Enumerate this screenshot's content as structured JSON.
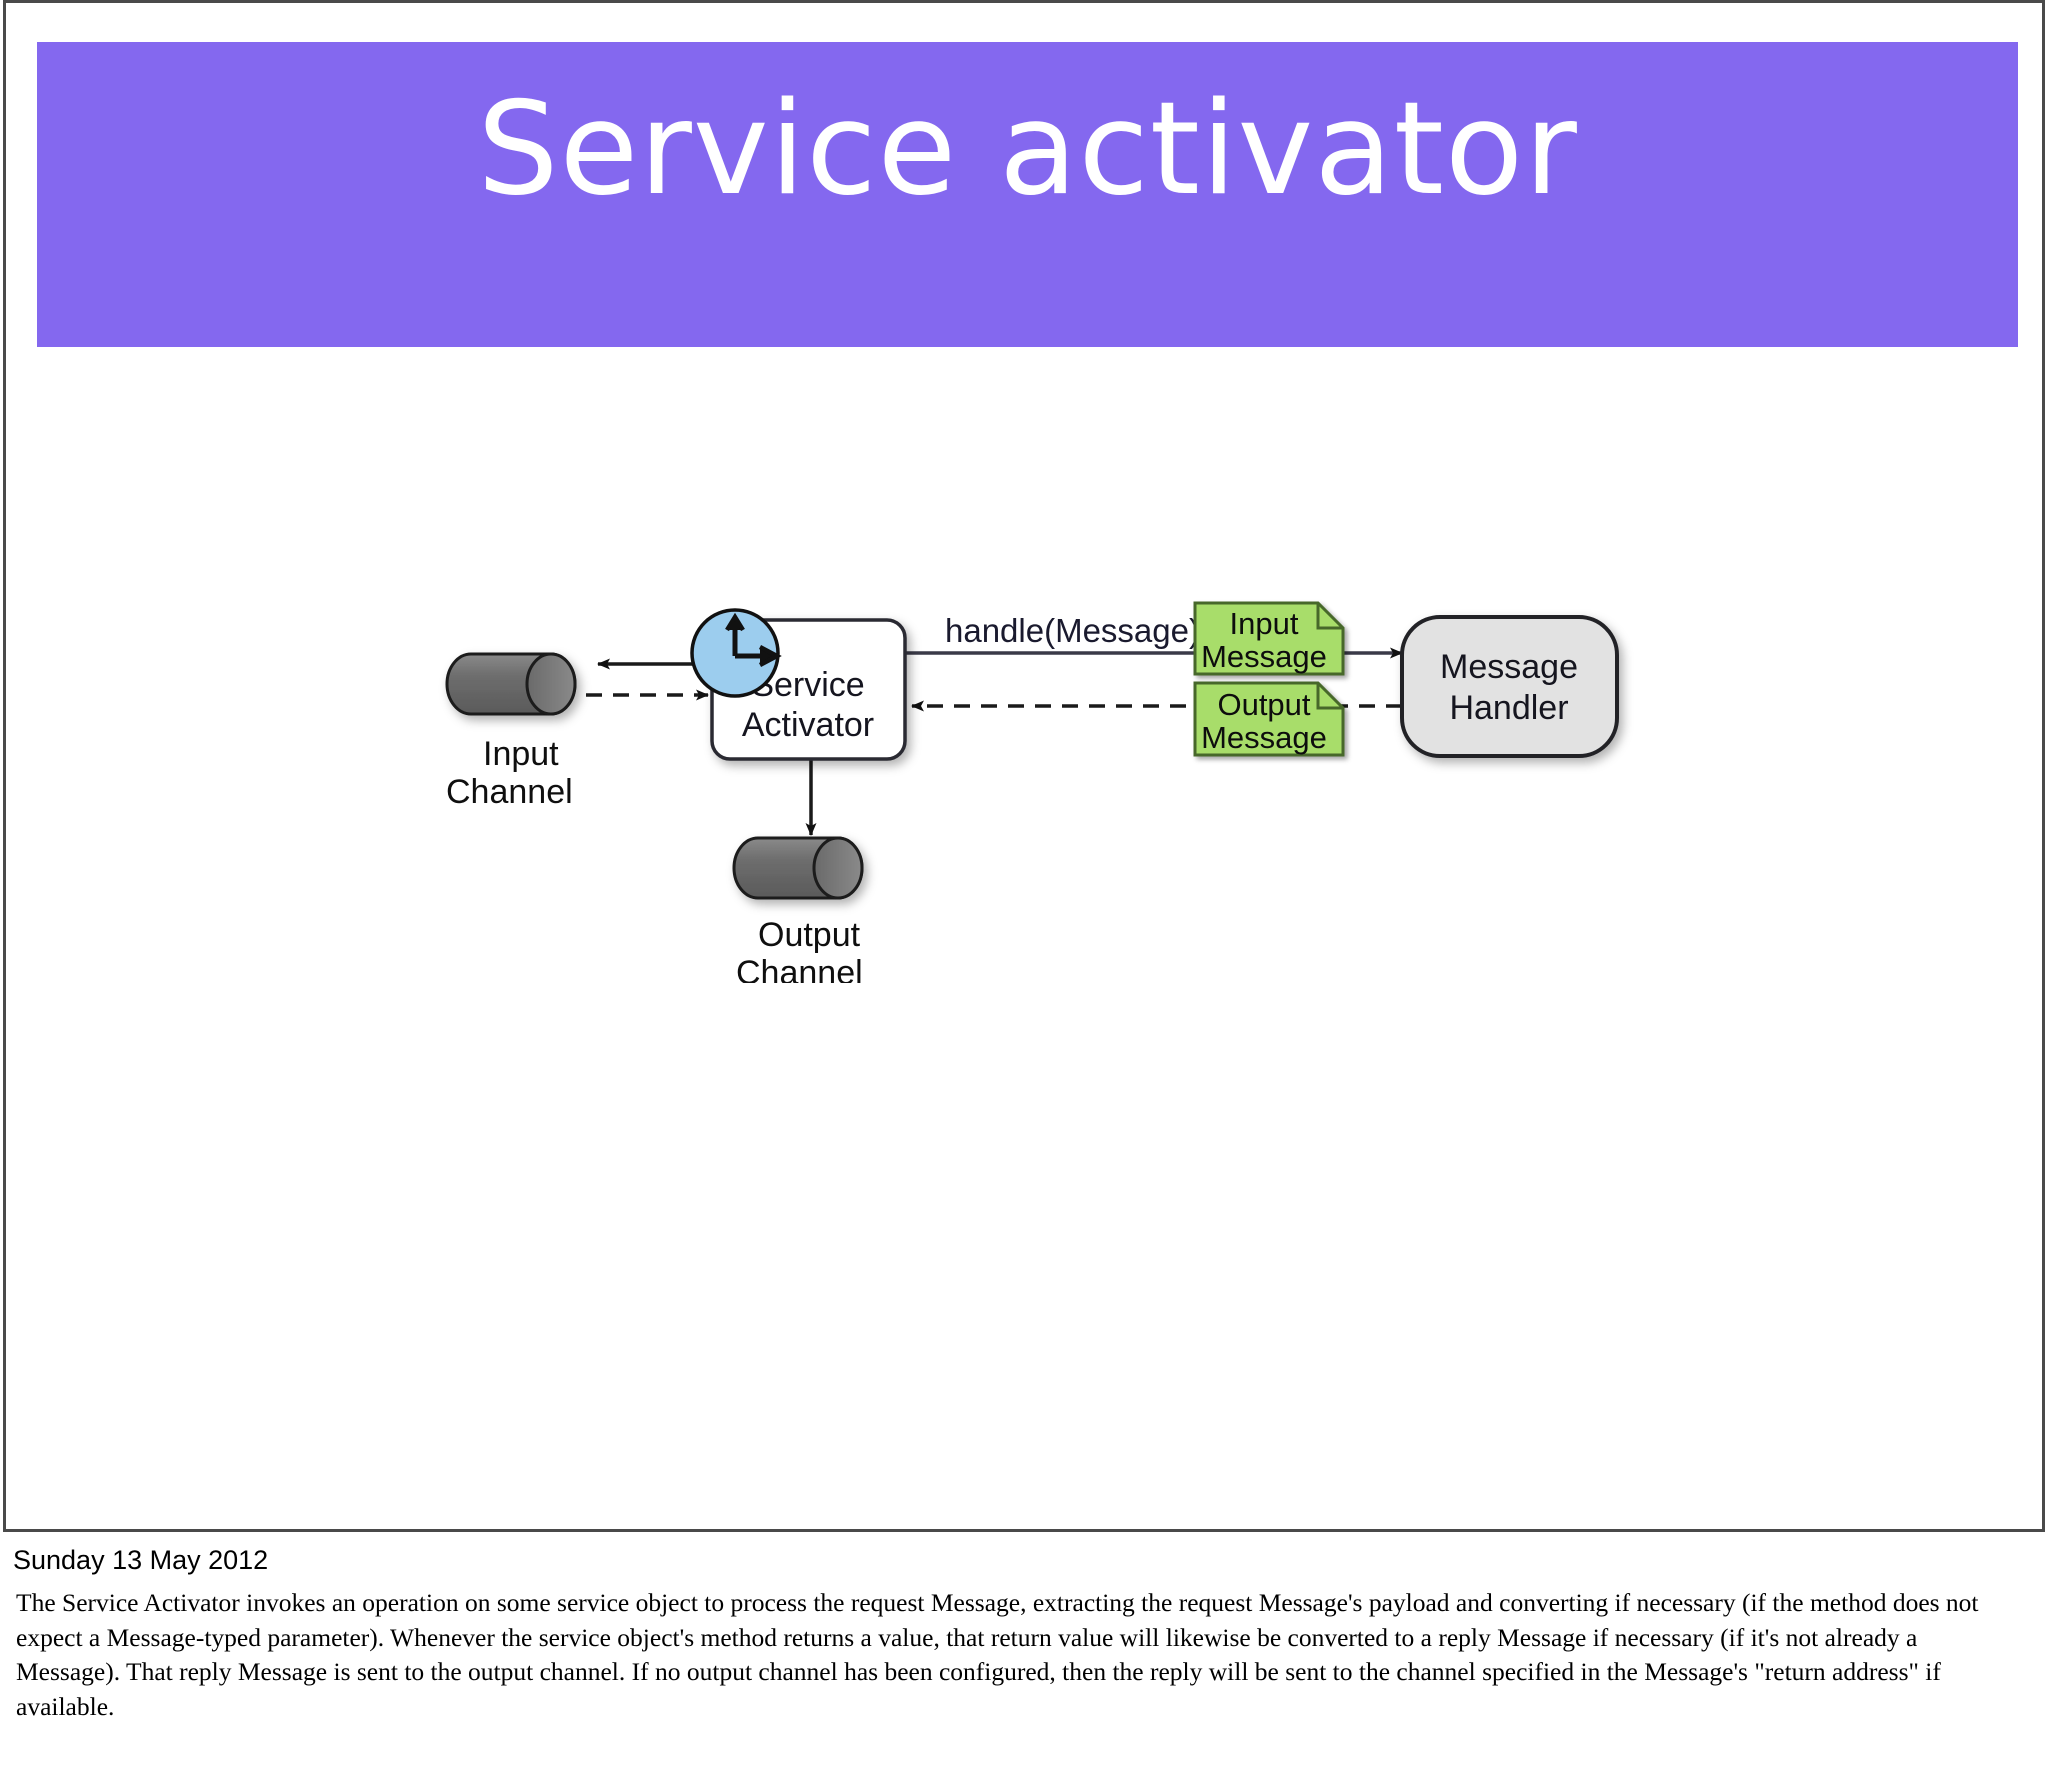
{
  "slide": {
    "title": "Service activator",
    "title_band_color": "#8468ef",
    "date": "Sunday 13 May 2012",
    "notes": "The Service Activator invokes an operation on some service object to process the request Message, extracting the request Message's payload and converting if necessary (if the method does not expect a Message-typed parameter). Whenever the service object's method returns a value, that return value will likewise be converted to a reply Message if necessary (if it's not already a Message). That reply Message is sent to the output channel. If no output channel has been configured, then the reply will be sent to the channel specified in the Message's \"return address\" if available."
  },
  "diagram": {
    "type": "pattern-diagram",
    "nodes": {
      "input_channel": {
        "label_line1": "Input",
        "label_line2": "Channel",
        "shape": "pipe-cylinder",
        "fill": "#6b6b6b"
      },
      "output_channel": {
        "label_line1": "Output",
        "label_line2": "Channel",
        "shape": "pipe-cylinder",
        "fill": "#6b6b6b"
      },
      "service_activator": {
        "label_line1": "Service",
        "label_line2": "Activator",
        "shape": "rounded-rect",
        "fill": "#ffffff",
        "badge": "clock-icon",
        "badge_fill": "#9ccdee"
      },
      "input_message": {
        "label_line1": "Input",
        "label_line2": "Message",
        "shape": "note",
        "fill": "#a8dd6a"
      },
      "output_message": {
        "label_line1": "Output",
        "label_line2": "Message",
        "shape": "note",
        "fill": "#a8dd6a"
      },
      "message_handler": {
        "label_line1": "Message",
        "label_line2": "Handler",
        "shape": "rounded-rect",
        "fill": "#e2e2e2"
      }
    },
    "edges": {
      "handle_call_label": "handle(Message)",
      "list": [
        {
          "from": "input_channel",
          "to": "service_activator",
          "style": "dashed",
          "direction": "forward"
        },
        {
          "from": "service_activator",
          "to": "input_channel",
          "style": "solid",
          "direction": "forward"
        },
        {
          "from": "service_activator",
          "to": "output_channel",
          "style": "solid",
          "direction": "forward"
        },
        {
          "from": "service_activator",
          "to": "message_handler",
          "style": "solid",
          "direction": "forward",
          "label": "handle(Message)"
        },
        {
          "from": "message_handler",
          "to": "service_activator",
          "style": "dashed",
          "direction": "forward"
        }
      ]
    }
  }
}
